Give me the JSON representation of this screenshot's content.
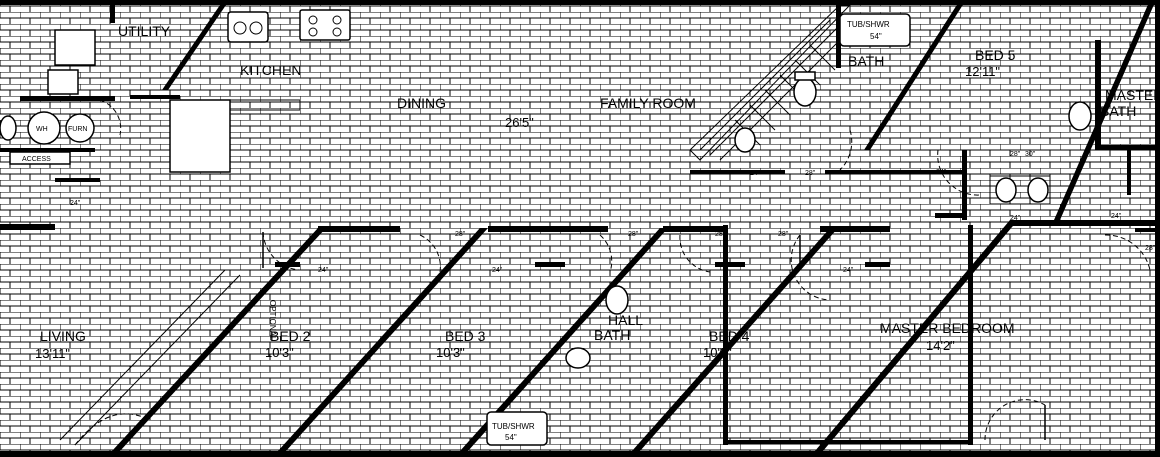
{
  "plan": {
    "colors": {
      "background": "#ffffff",
      "ink": "#000000"
    },
    "rooms": {
      "utility": {
        "label": "UTILITY"
      },
      "kitchen": {
        "label": "KITCHEN"
      },
      "dining": {
        "label": "DINING"
      },
      "family": {
        "label": "FAMILY ROOM",
        "dimension": "26'5\""
      },
      "bath": {
        "label": "BATH"
      },
      "bed5": {
        "label": "BED 5",
        "dimension": "12'11\""
      },
      "master_bath": {
        "line1": "MASTER",
        "line2": "BATH"
      },
      "living": {
        "label": "LIVING",
        "dimension": "13'11\""
      },
      "bed2": {
        "label": "BED 2",
        "dimension": "10'3\""
      },
      "bed3": {
        "label": "BED 3",
        "dimension": "10'3\""
      },
      "hall_bath": {
        "line1": "HALL",
        "line2": "BATH"
      },
      "bed4": {
        "label": "BED 4",
        "dimension": "10'3\""
      },
      "master_bed": {
        "label": "MASTER BEDROOM",
        "dimension": "14'2\""
      }
    },
    "fixtures": {
      "tub_top": {
        "label": "TUB/SHWR",
        "size": "54\""
      },
      "tub_bottom": {
        "label": "TUB/SHWR",
        "size": "54\""
      },
      "access": {
        "label": "ACCESS"
      },
      "wh": {
        "label": "WH"
      },
      "furn": {
        "label": "FURN"
      },
      "optional": {
        "label": "OPTIONAL"
      }
    },
    "doors": {
      "d1": "24\"",
      "d2": "24\"",
      "d3": "24\"",
      "d4": "24\"",
      "d5": "24\"",
      "d6": "24\"",
      "d7": "24\"",
      "d8": "24\"",
      "d9": "28\"",
      "d10": "28\"",
      "d11": "28\"",
      "d12": "28\"",
      "d13": "28\"",
      "d14": "28\"",
      "d15": "28\"",
      "d16": "30\""
    }
  }
}
